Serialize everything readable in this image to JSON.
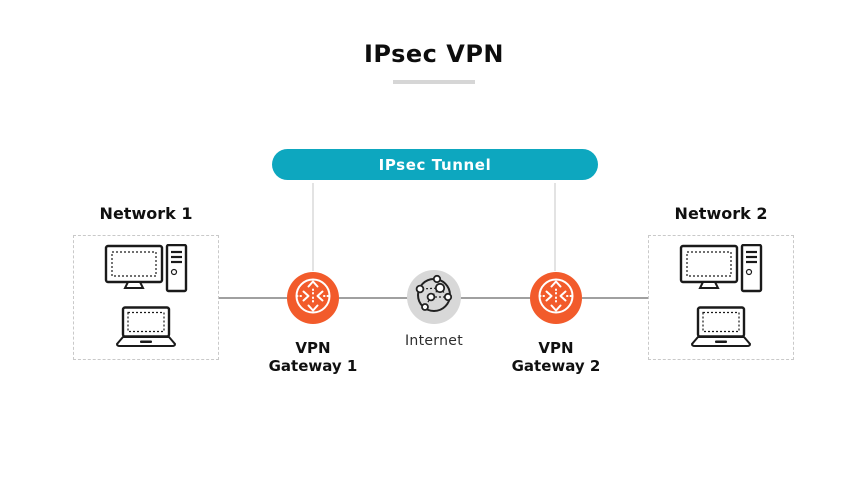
{
  "title": "IPsec VPN",
  "tunnel": {
    "label": "IPsec Tunnel",
    "fill_color": "#0da7bf",
    "text_color": "#ffffff"
  },
  "network1": {
    "label": "Network 1",
    "icons": [
      "desktop-computer-icon",
      "laptop-icon"
    ]
  },
  "network2": {
    "label": "Network 2",
    "icons": [
      "desktop-computer-icon",
      "laptop-icon"
    ]
  },
  "gateway1": {
    "label_line1": "VPN",
    "label_line2": "Gateway 1",
    "icon": "router-icon",
    "circle_color": "#f25b2b"
  },
  "gateway2": {
    "label_line1": "VPN",
    "label_line2": "Gateway 2",
    "icon": "router-icon",
    "circle_color": "#f25b2b"
  },
  "internet": {
    "label": "Internet",
    "icon": "globe-network-icon",
    "circle_color": "#d8d8d8"
  },
  "colors": {
    "connector_line": "#a0a0a0",
    "tunnel_drop_line": "#e3e3e3",
    "dashed_box_border": "#c9c9c9",
    "title_underline": "#d6d6d6",
    "text": "#101010"
  }
}
